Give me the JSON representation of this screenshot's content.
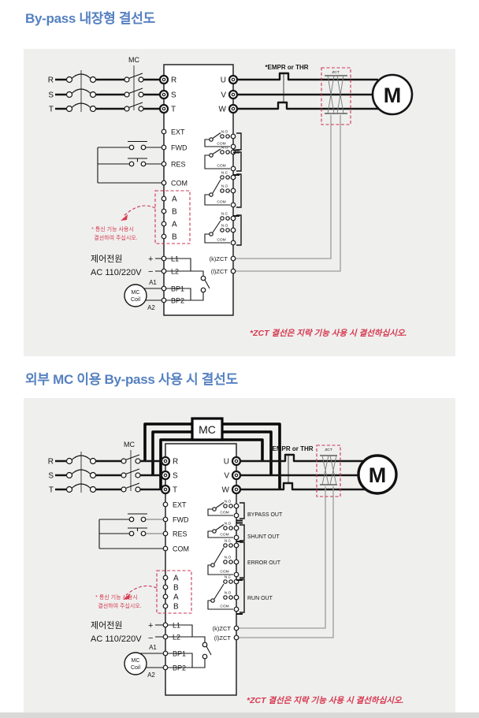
{
  "titles": {
    "section1": "By-pass 내장형 결선도",
    "section2": "외부 MC 이용 By-pass 사용 시 결선도"
  },
  "labels": {
    "phase_r": "R",
    "phase_s": "S",
    "phase_t": "T",
    "out_u": "U",
    "out_v": "V",
    "out_w": "W",
    "mc": "MC",
    "empr": "*EMPR or THR",
    "zct": "ZCT",
    "motor": "M",
    "ext": "EXT",
    "fwd": "FWD",
    "res": "RES",
    "com": "COM",
    "a": "A",
    "b": "B",
    "l1": "L1",
    "l2": "L2",
    "bp1": "BP1",
    "bp2": "BP2",
    "a1": "A1",
    "a2": "A2",
    "mc_coil_top": "MC",
    "mc_coil_bottom": "Coil",
    "control_power": "제어전원",
    "voltage": "AC 110/220V",
    "plus": "+",
    "minus": "−",
    "kzct": "(k)ZCT",
    "lzct": "(l)ZCT",
    "no": "N.O",
    "nc": "N.C",
    "com_contact": "COM"
  },
  "relay_outputs": {
    "bypass": "BYPASS OUT",
    "shunt": "SHUNT OUT",
    "error": "ERROR OUT",
    "run": "RUN OUT"
  },
  "notes": {
    "comm_line1": "* 통신 기능 사용시",
    "comm_line2": "결선하여 주십시오.",
    "zct_note": "*ZCT 결선은 지락 기능 사용 시 결선하십시오."
  },
  "colors": {
    "title_blue": "#5580c0",
    "note_red": "#d6384e",
    "panel_bg": "#efefee",
    "wire_gray": "#9a9a9a",
    "zct_box_red": "#cc3350"
  }
}
